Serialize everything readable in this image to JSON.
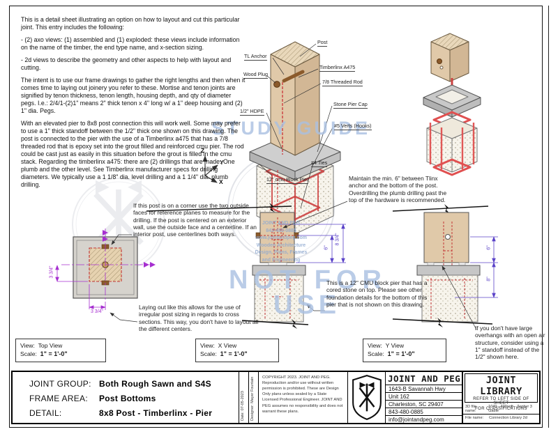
{
  "colors": {
    "post_tan": "#e0c9a9",
    "post_tan_dark": "#d2b795",
    "cap_gray": "#c6c6c6",
    "rebar_red": "#cc4040",
    "dim_magenta": "#a62fd0",
    "dim_blue": "#5a42c8",
    "watermark_blue": "#a9c0e2",
    "line_black": "#111111"
  },
  "wm": {
    "study": "STUDY GUIDE",
    "nf1": "NOT FOR",
    "nf2": "USE",
    "stamp": [
      "JOINT AND PEG",
      "843-480-0885",
      "www.jointandpeg.com",
      "Wooden Architecture",
      "Design, Plans, Frames",
      "and Engineering"
    ]
  },
  "intro": {
    "p1": "This is a detail sheet illustrating an option on how to layout and cut this particular joint. This entry includes the following:",
    "p2": "- (2) axo views: (1) assembled and (1) exploded:  these views include information on the name of the timber, the end type name, and x-section sizing.",
    "p3": "- 2d views to describe the geometry and other aspects to help with layout and cutting.",
    "p4": "The intent is to use our frame drawings to gather the right lengths and then when it comes time to laying out joinery you refer to these.  Mortise and tenon joints are signified by tenon thickness, tenon length, housing depth, and qty of diameter pegs.  I.e.: 2/4/1-(2)1\" means 2\" thick tenon x 4\" long w/ a 1\" deep housing and (2) 1\" dia. Pegs.",
    "p5": "With an elevated pier to 8x8 post connection this will work well. Some may prefer to use a 1\" thick standoff between the 1/2\" thick one shown on this drawing.  The post is connected to the pier with the use of a Timberlinx a475 that has a 7/8 threaded rod that is epoxy set into the grout filled and reinforced cmu pier. The rod could be cast just as easily in this situation before the grout is filled in the cmu stack. Regarding the timberlinx a475: there are (2) drillings that are made.  One plumb and the other level.  See Timberlinx manufacturer specs for drilling diameters.  We typically use a 1 1/8\" dia. level drilling and a 1 1/4\" dia. plumb drilling."
  },
  "axis": {
    "x": "X",
    "y": "Y",
    "z": "Z"
  },
  "axo": {
    "post": "Post",
    "tl_anchor": "TL Anchor",
    "wood_plug": "Wood Plug",
    "timberlinx": "Timberlinx A475",
    "rod": "7/8 Threaded Rod",
    "cap": "Stone Pier Cap",
    "hdpe": "1/2\" HDPE",
    "verts": "#5 Verts (Hooks)",
    "ties": "#4 Ties",
    "cmu": "12\" cmu Block Pier"
  },
  "ann": {
    "corner": "If this post is on a corner use the two outside faces for reference planes to measure for the drilling.  If the post is centered on an exterior wall, use the outside face and a centerline.  If an interior post, use centerlines both ways.",
    "maintain": "Maintain the min. 6\" between Tlinx anchor and the bottom of the post. Overdrilling the plumb drilling past the top of the hardware is recommended.",
    "cmu": "This is a 12\" CMU block pier that has a cored stone on top.  Please see other foundation details for the bottom of this pier that is not shown on this drawing.",
    "overhang": "If you don't have large overhangs with an open air structure, consider using a 1\" standoff instead of the 1/2\" shown here.",
    "layout": "Laying out like this allows for the use of irregular post sizing in regards to cross sections.  This way, you don't have to layout all the different centers."
  },
  "dims": {
    "tv_v": "3 3/4\"",
    "tv_h": "3 3/4\"",
    "xv_inner": "6\"",
    "xv_outer": "8 3/4\"",
    "yv_top": "6\"",
    "yv_bottom": "8\""
  },
  "views": {
    "label": "View:",
    "scale_label": "Scale:",
    "top": {
      "name": "Top View",
      "scale": "1\" = 1'-0\""
    },
    "x": {
      "name": "X View",
      "scale": "1\" = 1'-0\""
    },
    "y": {
      "name": "Y View",
      "scale": "1\" = 1'-0\""
    }
  },
  "tb": {
    "rows": [
      {
        "label": "JOINT GROUP:",
        "value": "Both Rough Sawn and S4S"
      },
      {
        "label": "FRAME AREA:",
        "value": "Post Bottoms"
      },
      {
        "label": "DETAIL:",
        "value": "8x8 Post - Timberlinx - Pier"
      }
    ],
    "date": "Date:    07-05-2023",
    "designer": "Designer:   Mayer Fountain",
    "copyright": "COPYRIGHT 2023. JOINT AND PEG. Reproduction and/or use without written permission is prohibited.  These are Design Only plans unless sealed by a State Licensed Professional Engineer.  JOINT AND PEG assumes no responsibility and does not warrant these plans.",
    "company": {
      "name": "JOINT AND PEG",
      "lines": [
        "1643-B Savannah Hwy",
        "Unit 162",
        "Charleston, SC 29407",
        "843-480-0885",
        "info@jointandpeg.com"
      ]
    },
    "library": {
      "title": "JOINT LIBRARY",
      "sub1": "REFER TO LEFT SIDE OF SHEET",
      "sub2": "FOR CLASSIFICATIONS",
      "f3d_label": "3D file name:",
      "f3d": "1040 - 400sqft - Zephyr 3 Gable",
      "f_label": "File  name:",
      "f": "Connection Library 2d"
    }
  }
}
